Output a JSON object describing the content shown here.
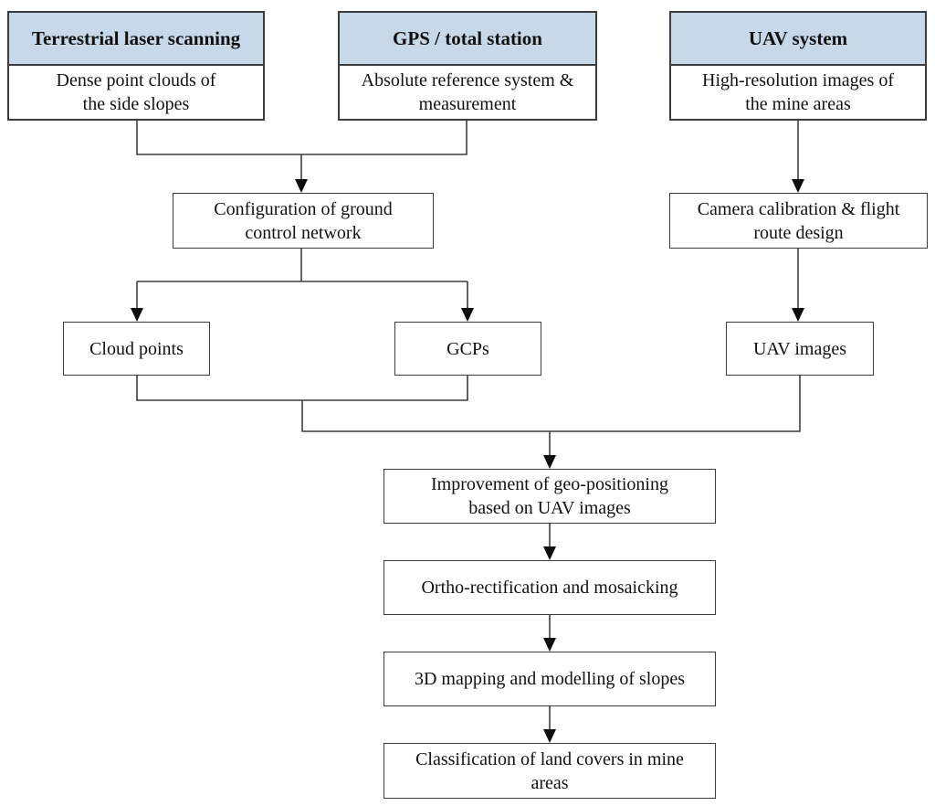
{
  "colors": {
    "header_fill": "#c7d9e8",
    "box_border": "#3c3c3c",
    "connector": "#3d3d3d",
    "arrowhead": "#0d0d0d",
    "background": "#ffffff"
  },
  "groups": [
    {
      "header": "Terrestrial laser scanning",
      "body": [
        "Dense point clouds of",
        "the side slopes"
      ]
    },
    {
      "header": "GPS / total station",
      "body": [
        "Absolute reference system &",
        "measurement"
      ]
    },
    {
      "header": "UAV system",
      "body": [
        "High-resolution images of",
        "the mine areas"
      ]
    }
  ],
  "nodes": {
    "config": [
      "Configuration of ground",
      "control network"
    ],
    "camera": [
      "Camera calibration & flight",
      "route design"
    ],
    "cloud_points": [
      "Cloud points"
    ],
    "gcps": [
      "GCPs"
    ],
    "uav_images": [
      "UAV images"
    ],
    "improvement": [
      "Improvement of geo-positioning",
      "based on UAV images"
    ],
    "ortho": [
      "Ortho-rectification and mosaicking"
    ],
    "mapping": [
      "3D mapping and modelling of slopes"
    ],
    "classification": [
      "Classification of land covers in mine",
      "areas"
    ]
  }
}
